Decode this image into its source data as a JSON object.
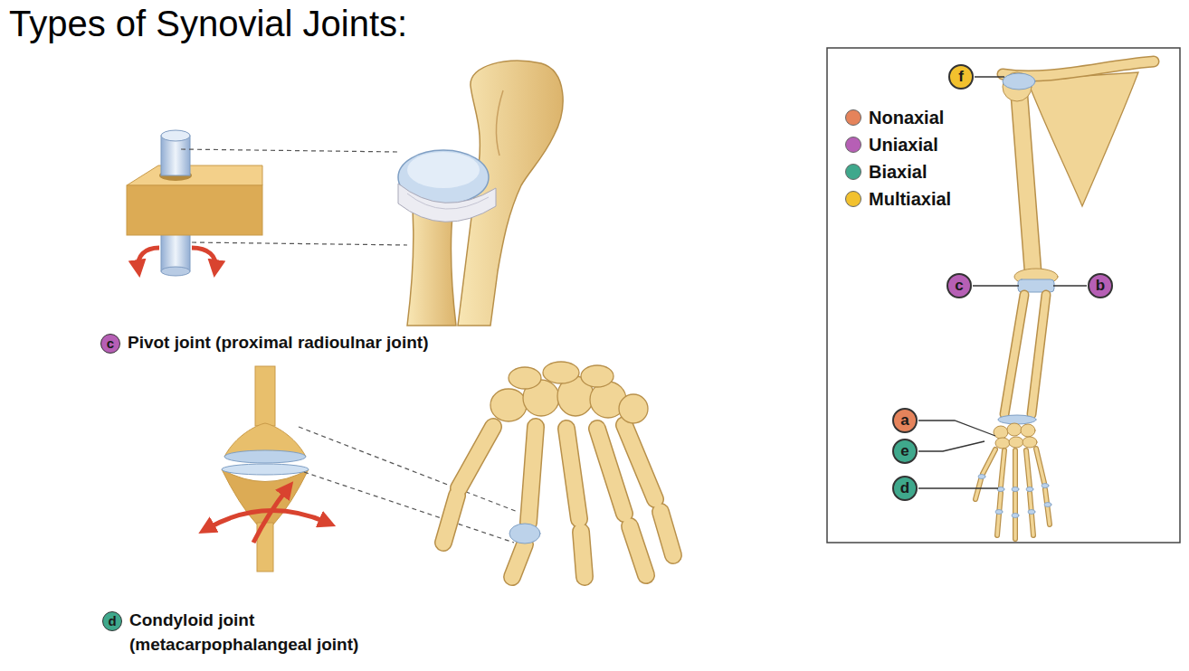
{
  "diagram": {
    "title": "Types of Synovial Joints:",
    "nodes": [
      {
        "text": [
          "c",
          "Pivot joint (proximal radioulnar joint)"
        ]
      },
      {
        "text": [
          "d",
          "Condyloid joint (metacarpophalangeal joint)"
        ]
      },
      {
        "text": [
          "f"
        ]
      },
      {
        "text": [
          "c"
        ]
      },
      {
        "text": [
          "b"
        ]
      },
      {
        "text": [
          "a"
        ]
      },
      {
        "text": [
          "e"
        ]
      },
      {
        "text": [
          "d"
        ]
      }
    ],
    "legend": [
      {
        "text": "Nonaxial",
        "color": "#e5835b"
      },
      {
        "text": "Uniaxial",
        "color": "#b65fb5"
      },
      {
        "text": "Biaxial",
        "color": "#3fa88c"
      },
      {
        "text": "Multiaxial",
        "color": "#f2c12e"
      }
    ]
  }
}
